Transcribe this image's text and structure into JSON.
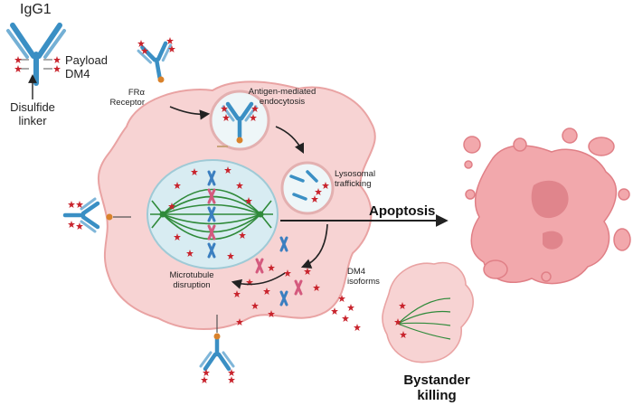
{
  "legend": {
    "title": "IgG1",
    "payload_line1": "Payload",
    "payload_line2": "DM4",
    "linker_line1": "Disulfide",
    "linker_line2": "linker"
  },
  "steps": {
    "receptor_line1": "FRα",
    "receptor_line2": "Receptor",
    "endocytosis_line1": "Antigen-mediated",
    "endocytosis_line2": "endocytosis",
    "lysosomal_line1": "Lysosomal",
    "lysosomal_line2": "trafficking",
    "microtubule_line1": "Microtubule",
    "microtubule_line2": "disruption",
    "isoforms_line1": "DM4",
    "isoforms_line2": "isoforms",
    "apoptosis": "Apoptosis",
    "bystander_line1": "Bystander",
    "bystander_line2": "killing"
  },
  "colors": {
    "antibody": "#3a8fc4",
    "payload": "#c8232c",
    "linker": "#d9822b",
    "cell_fill": "#f7d3d3",
    "cell_edge": "#e9a3a3",
    "nucleus_fill": "#d8ecf2",
    "spindle": "#2f8a3a",
    "chromosome_blue": "#3b7fc0",
    "chromosome_pink": "#d45a7e",
    "apoptotic_fill": "#f2a8ac",
    "apoptotic_edge": "#e07f86"
  }
}
